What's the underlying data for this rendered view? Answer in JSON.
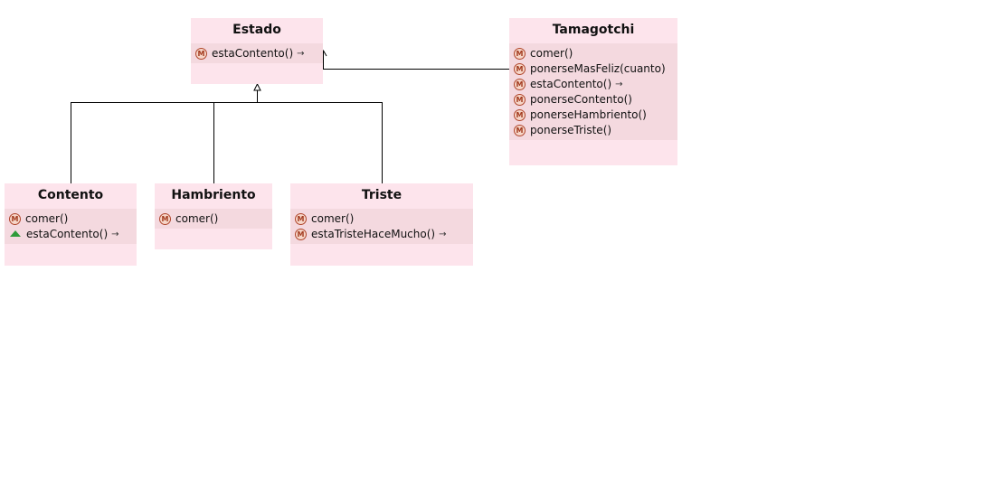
{
  "diagram": {
    "classes": {
      "estado": {
        "name": "Estado",
        "methods": [
          {
            "icon": "method-icon",
            "label": "estaContento()",
            "suffix": "→"
          }
        ]
      },
      "tamagotchi": {
        "name": "Tamagotchi",
        "methods": [
          {
            "icon": "method-icon",
            "label": "comer()",
            "suffix": ""
          },
          {
            "icon": "method-icon",
            "label": "ponerseMasFeliz(cuanto)",
            "suffix": ""
          },
          {
            "icon": "method-icon",
            "label": "estaContento()",
            "suffix": "→"
          },
          {
            "icon": "method-icon",
            "label": "ponerseContento()",
            "suffix": ""
          },
          {
            "icon": "method-icon",
            "label": "ponerseHambriento()",
            "suffix": ""
          },
          {
            "icon": "method-icon",
            "label": "ponerseTriste()",
            "suffix": ""
          }
        ]
      },
      "contento": {
        "name": "Contento",
        "methods": [
          {
            "icon": "method-icon",
            "label": "comer()",
            "suffix": ""
          },
          {
            "icon": "override-triangle-icon",
            "label": "estaContento()",
            "suffix": "→"
          }
        ]
      },
      "hambriento": {
        "name": "Hambriento",
        "methods": [
          {
            "icon": "method-icon",
            "label": "comer()",
            "suffix": ""
          }
        ]
      },
      "triste": {
        "name": "Triste",
        "methods": [
          {
            "icon": "method-icon",
            "label": "comer()",
            "suffix": ""
          },
          {
            "icon": "method-icon",
            "label": "estaTristeHaceMucho()",
            "suffix": "→"
          }
        ]
      }
    },
    "icon_glyph": "M",
    "colors": {
      "class_header_bg": "#fde4ec",
      "class_body_bg": "#f4d9df",
      "method_icon": "#a23a1e",
      "override_icon": "#2e9b3a",
      "connector": "#000000"
    },
    "relationships": [
      {
        "type": "generalization",
        "from": "Contento",
        "to": "Estado"
      },
      {
        "type": "generalization",
        "from": "Hambriento",
        "to": "Estado"
      },
      {
        "type": "generalization",
        "from": "Triste",
        "to": "Estado"
      },
      {
        "type": "association",
        "from": "Tamagotchi",
        "to": "Estado"
      }
    ]
  }
}
